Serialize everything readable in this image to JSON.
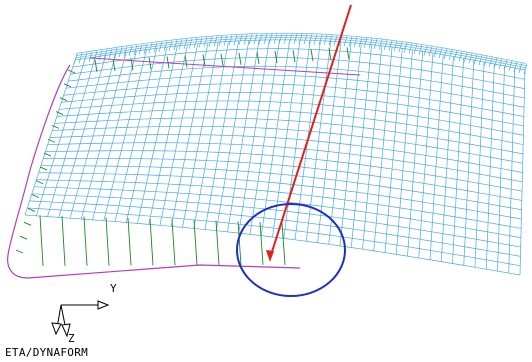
{
  "viewport": {
    "mesh_color": "#4aa8e8",
    "boundary_color": "#b040c0",
    "draw_bead_color": "#1a8a1a",
    "vector_color": "#e0201a",
    "highlight_color": "#1f2fc0",
    "axes": {
      "y_label": "Y",
      "z_label": "Z"
    }
  },
  "branding": {
    "label": "ETA/DYNAFORM"
  }
}
